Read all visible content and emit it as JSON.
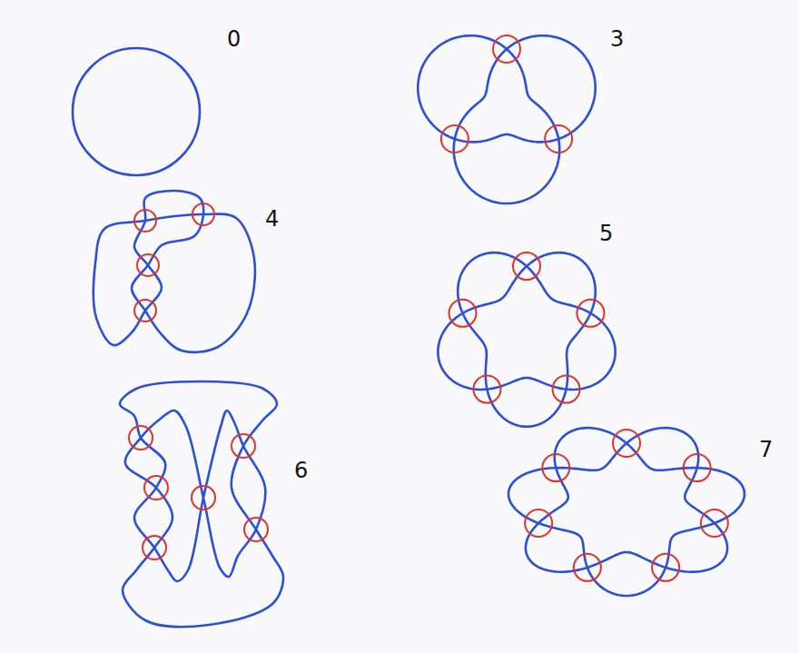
{
  "diagram": {
    "labels": [
      "0",
      "3",
      "4",
      "5",
      "6",
      "7"
    ]
  }
}
